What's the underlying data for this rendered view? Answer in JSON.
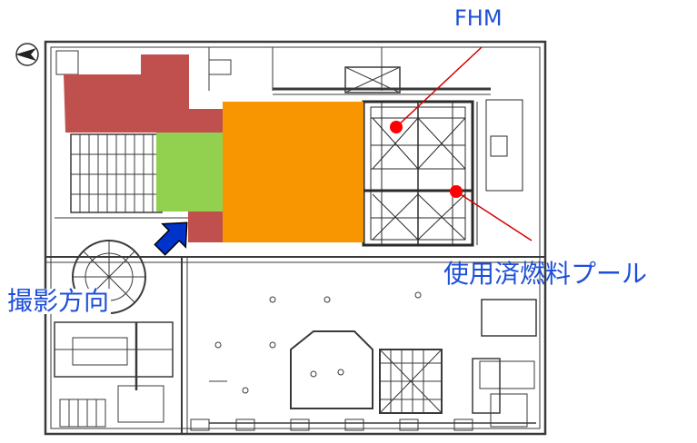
{
  "labels": {
    "fhm": "FHM",
    "spent_fuel_pool": "使用済燃料プール",
    "shooting_direction": "撮影方向"
  },
  "colors": {
    "line": "#3a3a3a",
    "highlight_red": "#c0504d",
    "highlight_green": "#92d050",
    "highlight_orange": "#f79600",
    "marker_red": "#ff0000",
    "arrow_blue": "#0033cc",
    "label_blue": "#1d4fd8"
  },
  "icons": {
    "compass": "north-arrow-icon",
    "direction": "camera-direction-arrow-icon"
  }
}
